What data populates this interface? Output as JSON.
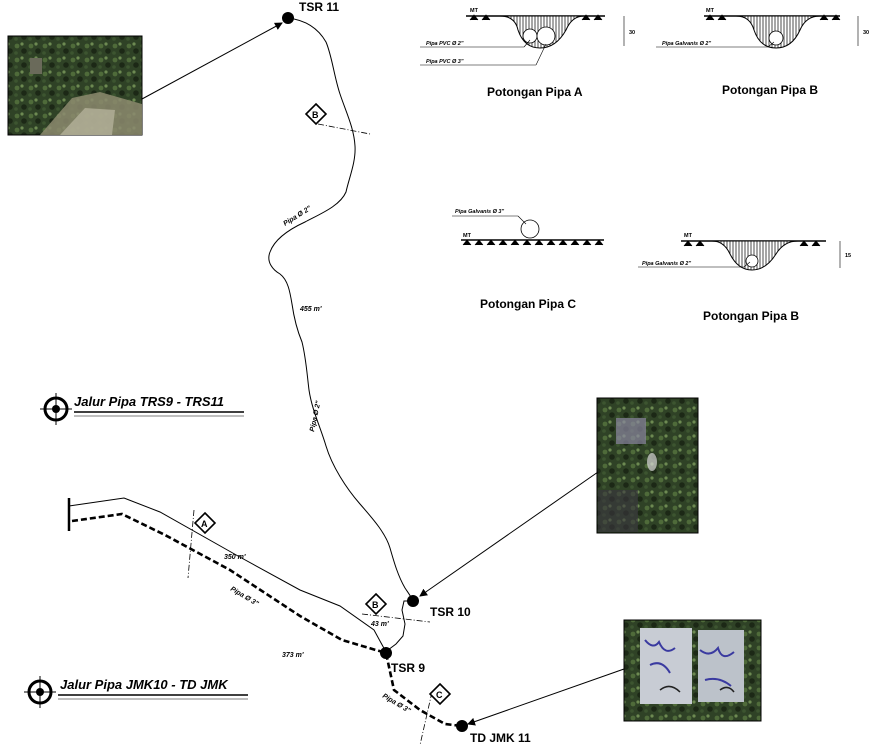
{
  "nodes": {
    "tsr11": "TSR 11",
    "tsr10": "TSR 10",
    "tsr9": "TSR 9",
    "tdjmk11": "TD JMK 11"
  },
  "route_titles": {
    "upper": "Jalur Pipa  TRS9 - TRS11",
    "lower": "Jalur Pipa  JMK10 - TD JMK"
  },
  "pipe_labels": {
    "upper_1": "Pipa Ø 2\"",
    "upper_2": "Pipa Ø 2\"",
    "lower_1": "Pipa Ø 3\"",
    "lower_2": "Pipa Ø 3\""
  },
  "lengths": {
    "l455": "455 m'",
    "l350": "350 m'",
    "l43": "43 m'",
    "l373": "373 m'"
  },
  "section_markers": {
    "a": "A",
    "b_top": "B",
    "b_mid": "B",
    "c": "C"
  },
  "sections": {
    "a": {
      "title": "Potongan Pipa A",
      "ground": "MT",
      "note1": "Pipa PVC Ø 2\"",
      "note2": "Pipa PVC Ø 3\"",
      "depth": "30"
    },
    "b1": {
      "title": "Potongan Pipa B",
      "ground": "MT",
      "note1": "Pipa Galvanis Ø 2\"",
      "depth": "30"
    },
    "c": {
      "title": "Potongan Pipa C",
      "ground": "MT",
      "note1": "Pipa Galvanis Ø 3\""
    },
    "b2": {
      "title": "Potongan Pipa B",
      "ground": "MT",
      "note1": "Pipa Galvanis Ø 2\"",
      "depth": "15"
    }
  },
  "colors": {
    "line": "#000000",
    "photo_dark": "#2a3a22"
  }
}
